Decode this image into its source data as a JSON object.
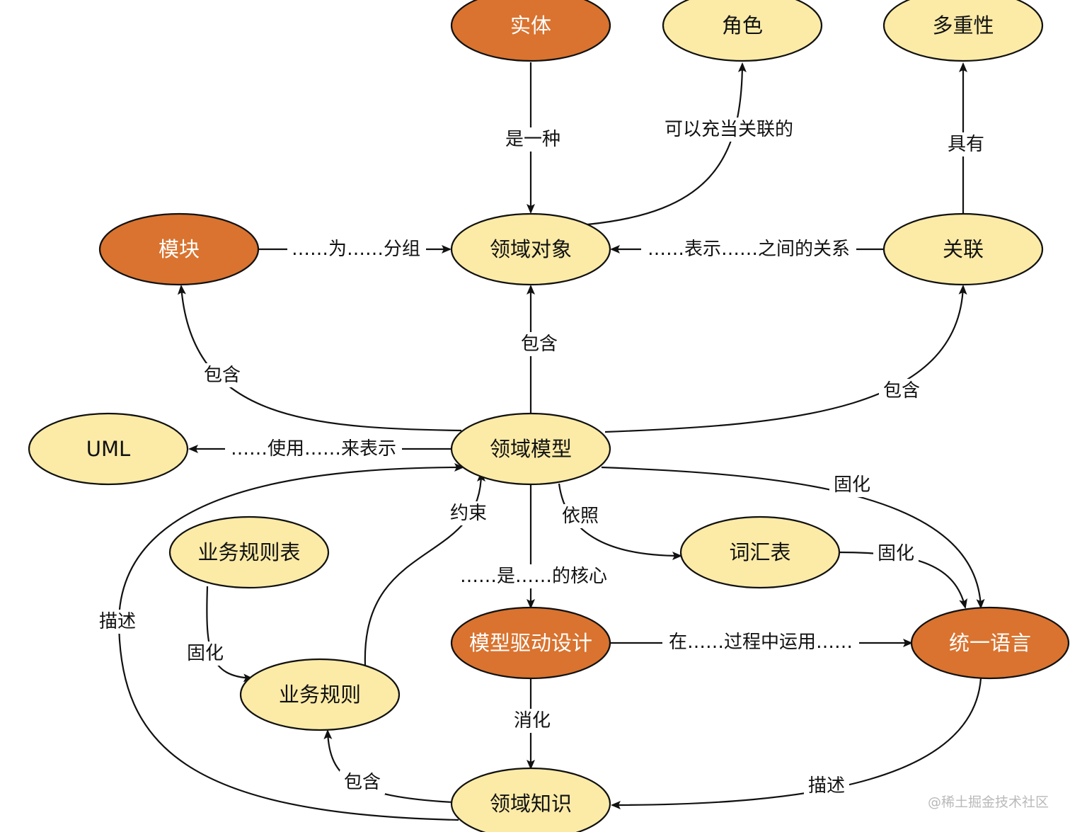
{
  "colors": {
    "primary_fill": "#d9732f",
    "primary_text": "#ffffff",
    "secondary_fill": "#fbeba7",
    "secondary_text": "#111111",
    "stroke": "#111111",
    "background": "#ffffff"
  },
  "nodes": {
    "entity": {
      "label": "实体",
      "style": "primary"
    },
    "role": {
      "label": "角色",
      "style": "secondary"
    },
    "multiplicity": {
      "label": "多重性",
      "style": "secondary"
    },
    "module": {
      "label": "模块",
      "style": "primary"
    },
    "domain_object": {
      "label": "领域对象",
      "style": "secondary"
    },
    "association": {
      "label": "关联",
      "style": "secondary"
    },
    "uml": {
      "label": "UML",
      "style": "secondary"
    },
    "domain_model": {
      "label": "领域模型",
      "style": "secondary"
    },
    "business_rule_table": {
      "label": "业务规则表",
      "style": "secondary"
    },
    "glossary": {
      "label": "词汇表",
      "style": "secondary"
    },
    "model_driven_design": {
      "label": "模型驱动设计",
      "style": "primary"
    },
    "ubiquitous_language": {
      "label": "统一语言",
      "style": "primary"
    },
    "business_rule": {
      "label": "业务规则",
      "style": "secondary"
    },
    "domain_knowledge": {
      "label": "领域知识",
      "style": "secondary"
    }
  },
  "edges": {
    "entity_is_a": {
      "label": "是一种",
      "from": "entity",
      "to": "domain_object"
    },
    "object_role": {
      "label": "可以充当关联的",
      "from": "domain_object",
      "to": "role"
    },
    "assoc_has": {
      "label": "具有",
      "from": "association",
      "to": "multiplicity"
    },
    "module_groups": {
      "label": "……为……分组",
      "from": "module",
      "to": "domain_object"
    },
    "assoc_represents": {
      "label": "……表示……之间的关系",
      "from": "association",
      "to": "domain_object"
    },
    "model_contains_object": {
      "label": "包含",
      "from": "domain_model",
      "to": "domain_object"
    },
    "model_contains_module": {
      "label": "包含",
      "from": "domain_model",
      "to": "module"
    },
    "model_contains_assoc": {
      "label": "包含",
      "from": "domain_model",
      "to": "association"
    },
    "model_uses_uml": {
      "label": "……使用……来表示",
      "from": "domain_model",
      "to": "uml"
    },
    "model_fixes_language": {
      "label": "固化",
      "from": "domain_model",
      "to": "ubiquitous_language"
    },
    "model_follows_glossary": {
      "label": "依照",
      "from": "domain_model",
      "to": "glossary"
    },
    "glossary_fixes_language": {
      "label": "固化",
      "from": "glossary",
      "to": "ubiquitous_language"
    },
    "model_core_of_mdd": {
      "label": "……是……的核心",
      "from": "domain_model",
      "to": "model_driven_design"
    },
    "rule_constrains_model": {
      "label": "约束",
      "from": "business_rule",
      "to": "domain_model"
    },
    "table_fixes_rule": {
      "label": "固化",
      "from": "business_rule_table",
      "to": "business_rule"
    },
    "knowledge_describes_model": {
      "label": "描述",
      "from": "domain_knowledge",
      "to": "domain_model"
    },
    "mdd_uses_language": {
      "label": "在……过程中运用……",
      "from": "model_driven_design",
      "to": "ubiquitous_language"
    },
    "mdd_digests_knowledge": {
      "label": "消化",
      "from": "model_driven_design",
      "to": "domain_knowledge"
    },
    "knowledge_contains_rule": {
      "label": "包含",
      "from": "domain_knowledge",
      "to": "business_rule"
    },
    "language_describes_knowledge": {
      "label": "描述",
      "from": "ubiquitous_language",
      "to": "domain_knowledge"
    }
  },
  "watermark": "@稀土掘金技术社区"
}
